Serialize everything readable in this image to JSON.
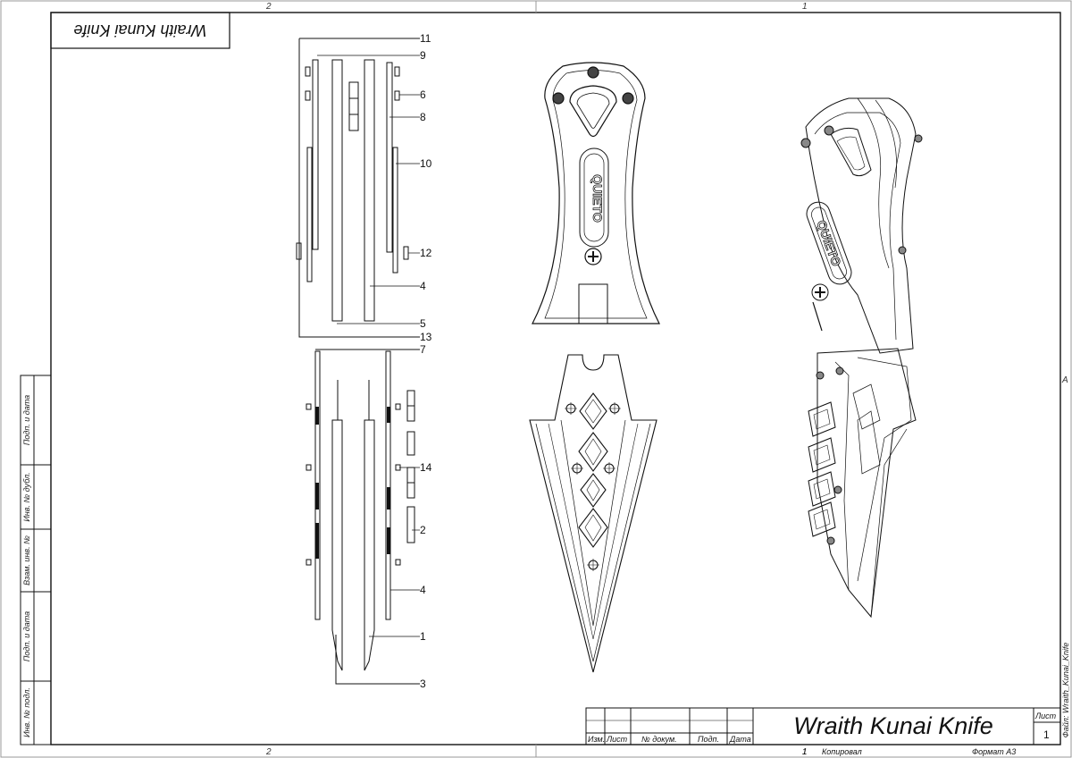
{
  "drawing": {
    "title": "Wraith Kunai Knife",
    "stamp": "Wraith Kunai Knife",
    "file_label": "Файл: Wraith_Kunai_Knife",
    "sheet_label": "Лист",
    "sheet_number": "1",
    "copied": "Копировал",
    "format": "Формат A3",
    "copied_num": "1",
    "brand": "QUIETO"
  },
  "zones": {
    "top_left": "2",
    "top_right": "1",
    "bottom_left": "2",
    "bottom_right": "1",
    "right": "A"
  },
  "title_block": {
    "headers": [
      "Изм.",
      "Лист",
      "№ докум.",
      "Подп.",
      "Дата"
    ]
  },
  "side_strip": [
    "Подп. и дата",
    "Инв. № дубл.",
    "Взам. инв. №",
    "Подп. и дата",
    "Инв. № подл."
  ],
  "callouts_upper": [
    "11",
    "9",
    "6",
    "8",
    "10",
    "12",
    "4",
    "5",
    "13"
  ],
  "callouts_lower": [
    "7",
    "14",
    "2",
    "4",
    "1",
    "3"
  ]
}
